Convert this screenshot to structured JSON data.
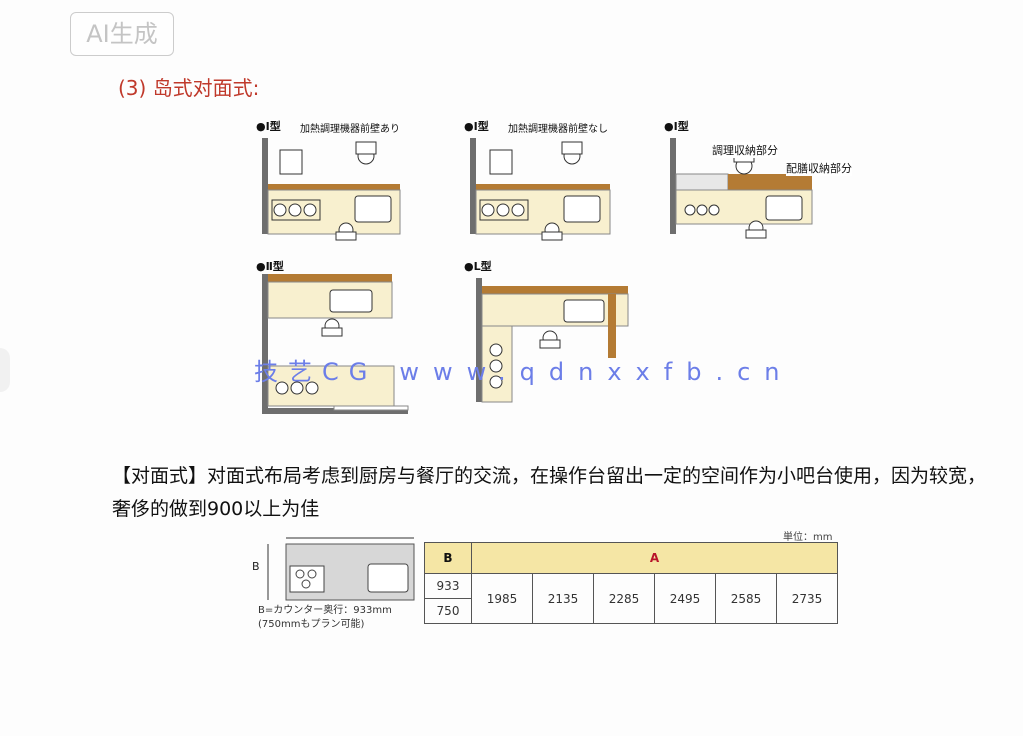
{
  "badge": "AI生成",
  "section_title": "(3) 岛式对面式:",
  "diagrams": [
    {
      "type_label": "●Ⅰ型",
      "caption": "加熱調理機器前壁あり"
    },
    {
      "type_label": "●Ⅰ型",
      "caption": "加熱調理機器前壁なし"
    },
    {
      "type_label": "●Ⅰ型",
      "labels": [
        "調理収納部分",
        "配膳収納部分"
      ]
    },
    {
      "type_label": "●Ⅱ型"
    },
    {
      "type_label": "●L型"
    }
  ],
  "watermark": {
    "brand": "技艺CG",
    "url": "www.qdnxxfb.cn"
  },
  "paragraph": "【对面式】对面式布局考虑到厨房与餐厅的交流，在操作台留出一定的空间作为小吧台使用，因为较宽，奢侈的做到900以上为佳",
  "dimension_table": {
    "unit_note": "単位：mm",
    "header_b": "B",
    "header_a": "A",
    "b_values": [
      "933",
      "750"
    ],
    "a_values": [
      "1985",
      "2135",
      "2285",
      "2495",
      "2585",
      "2735"
    ]
  },
  "counter_plan": {
    "dim_label": "B",
    "note_line1": "B=カウンター奥行：933mm",
    "note_line2": "(750mmもプラン可能)"
  },
  "colors": {
    "title_red": "#c0392b",
    "counter_brown": "#b47b34",
    "counter_fill": "#f8f0cf",
    "wall": "#6e6e6e",
    "watermark_blue": "#6c7ee8"
  }
}
